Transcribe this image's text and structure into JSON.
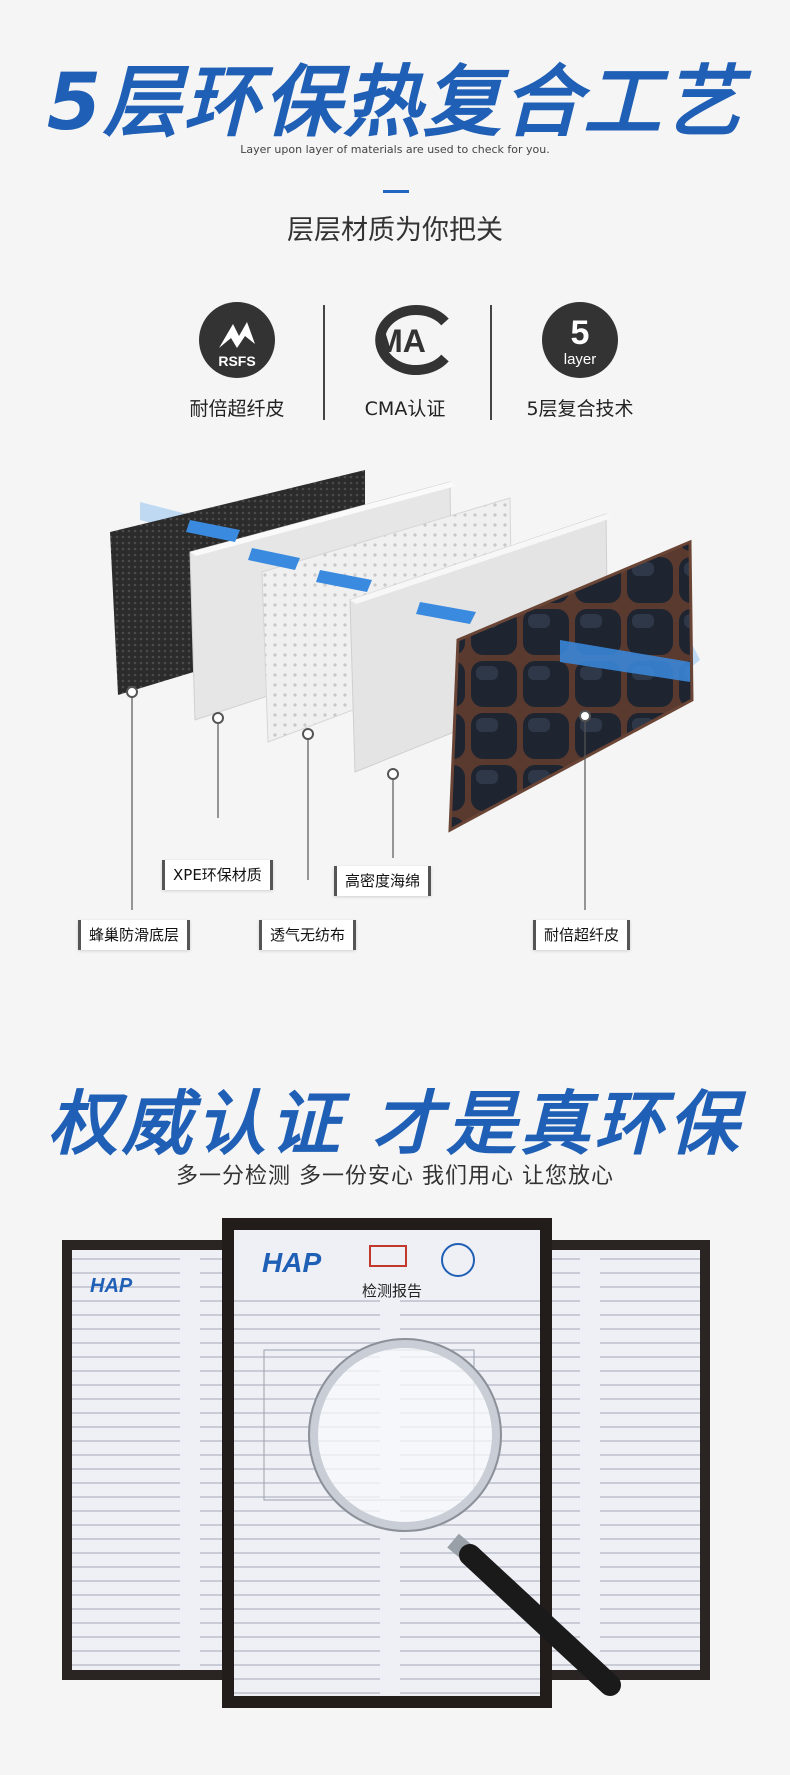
{
  "header": {
    "title": "5层环保热复合工艺",
    "subtitle_en": "Layer upon layer of materials are used to check for you.",
    "subtitle_cn": "层层材质为你把关"
  },
  "badges": [
    {
      "icon": "rsfs-icon",
      "icon_text": "RSFS",
      "label": "耐倍超纤皮"
    },
    {
      "icon": "cma-icon",
      "icon_text": "MA",
      "label": "CMA认证"
    },
    {
      "icon": "five-layer-icon",
      "icon_text": "5",
      "icon_sub": "layer",
      "label": "5层复合技术"
    }
  ],
  "layer_labels": {
    "xpe": "XPE环保材质",
    "foam": "高密度海绵",
    "honeycomb": "蜂巢防滑底层",
    "nonwoven": "透气无纺布",
    "leather": "耐倍超纤皮"
  },
  "certification": {
    "title": "权威认证  才是真环保",
    "subtitle": "多一分检测  多一份安心  我们用心  让您放心",
    "doc_title": "检测报告",
    "logo_text": "HAP"
  },
  "colors": {
    "brand_blue": "#1f5fb5",
    "arrow_blue": "#3a8be0"
  }
}
